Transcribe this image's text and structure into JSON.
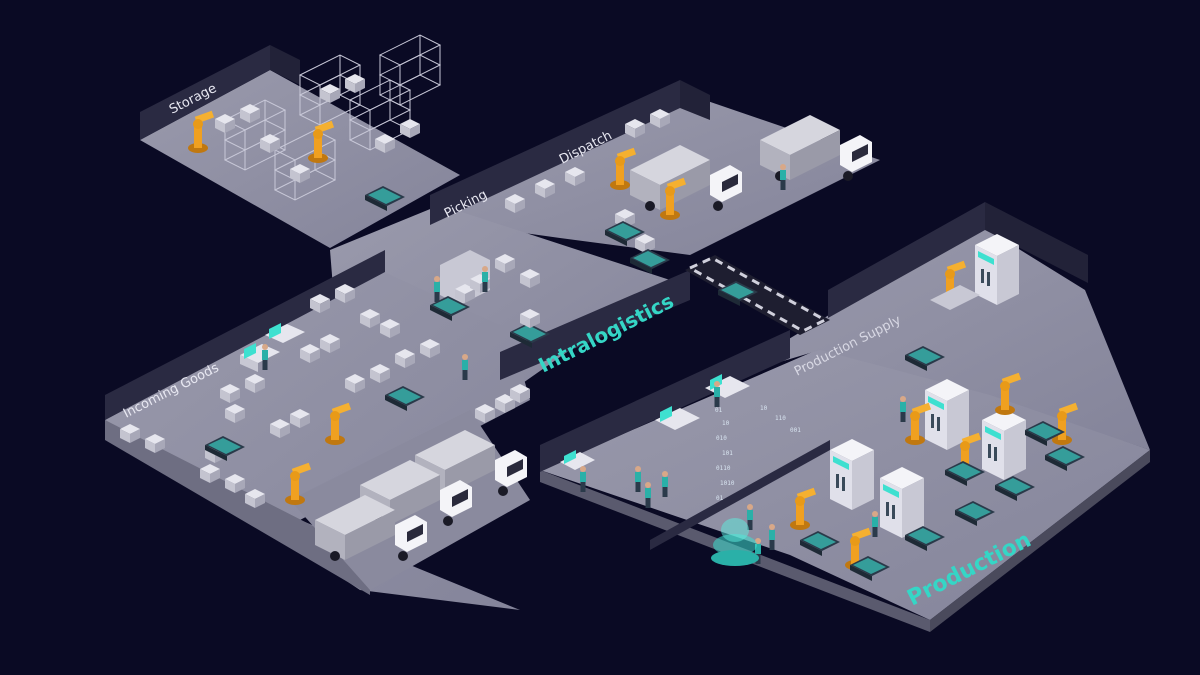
{
  "zones": {
    "storage": "Storage",
    "picking": "Picking",
    "dispatch": "Dispatch",
    "incoming_goods": "Incoming Goods",
    "production_supply": "Production Supply",
    "intralogistics": "Intralogistics",
    "production": "Production"
  },
  "binary_stream": [
    "01",
    "10",
    "010",
    "101",
    "0110",
    "1010",
    "01",
    "10",
    "110",
    "001"
  ],
  "colors": {
    "background": "#0a0a24",
    "floor": "#8e8ea0",
    "wall": "#2a2a42",
    "accent_teal": "#35d6c6",
    "robot_orange": "#f0a020",
    "truck_white": "#f2f2f6",
    "screen_teal": "#3ee0d0"
  }
}
